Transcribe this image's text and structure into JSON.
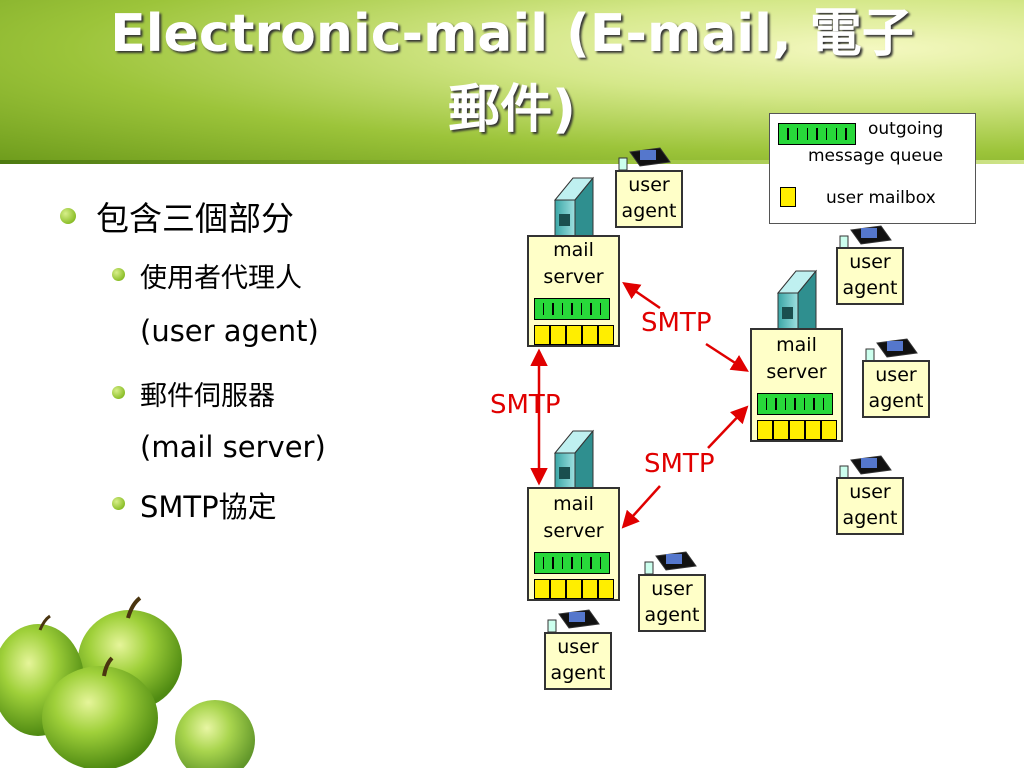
{
  "title_line1": "Electronic-mail (E-mail, 電子",
  "title_line2": "郵件)",
  "bullets": {
    "main": "包含三個部分",
    "sub1_line1": "使用者代理人",
    "sub1_line2": "(user agent)",
    "sub2_line1": "郵件伺服器",
    "sub2_line2": "(mail server)",
    "sub3": "SMTP協定"
  },
  "legend": {
    "queue_line1": "outgoing",
    "queue_line2": "message queue",
    "mailbox": "user mailbox"
  },
  "server_label_line1": "mail",
  "server_label_line2": "server",
  "agent_label_line1": "user",
  "agent_label_line2": "agent",
  "smtp_label": "SMTP",
  "colors": {
    "queue": "#28d83a",
    "mailbox": "#ffee00",
    "box_fill": "#ffffc8",
    "arrow": "#e00000"
  }
}
